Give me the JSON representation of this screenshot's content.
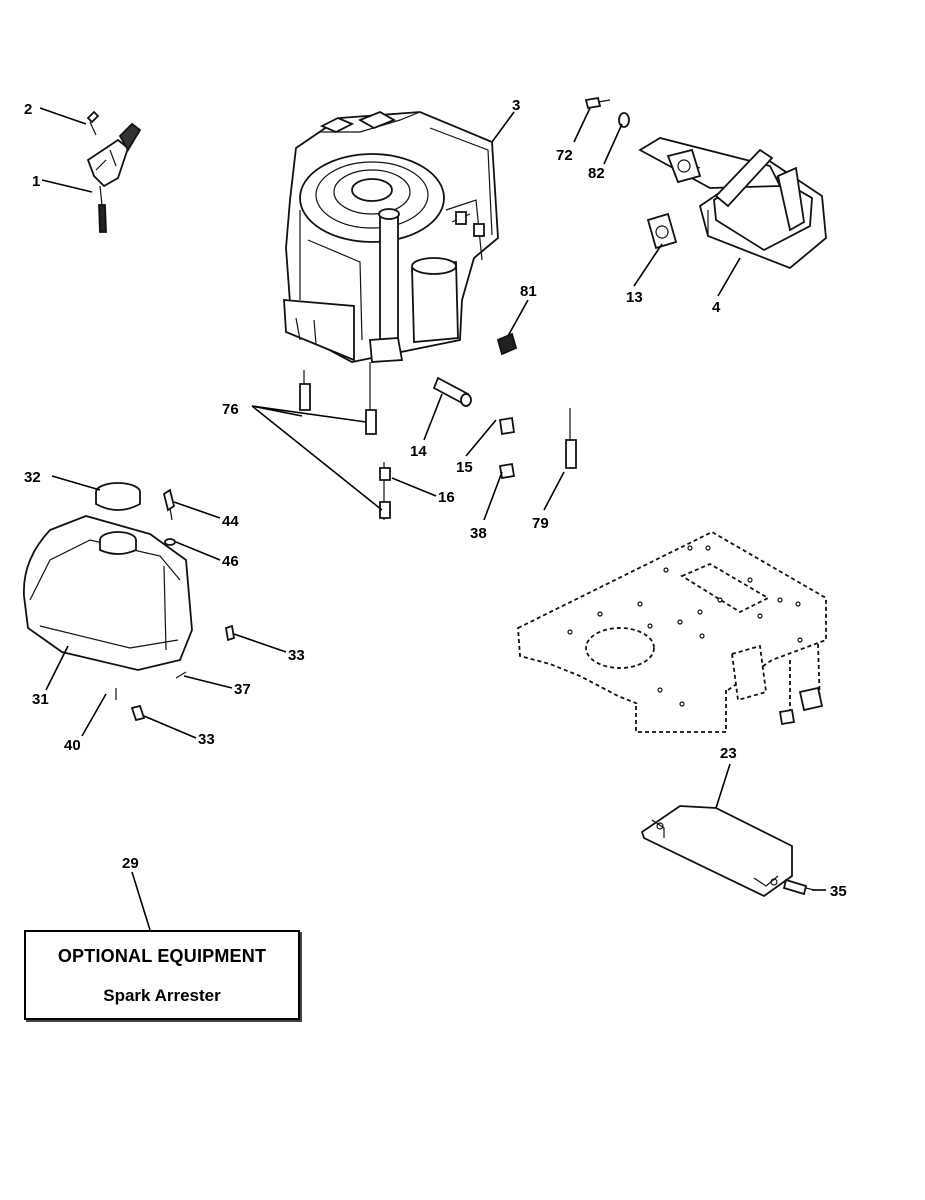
{
  "callouts": {
    "c1": "1",
    "c2": "2",
    "c3": "3",
    "c4": "4",
    "c13": "13",
    "c14": "14",
    "c15": "15",
    "c16": "16",
    "c23": "23",
    "c29": "29",
    "c31": "31",
    "c32": "32",
    "c33a": "33",
    "c33b": "33",
    "c35": "35",
    "c37": "37",
    "c38": "38",
    "c40": "40",
    "c44": "44",
    "c46": "46",
    "c72": "72",
    "c76": "76",
    "c79": "79",
    "c81": "81",
    "c82": "82"
  },
  "optional_box": {
    "title": "OPTIONAL EQUIPMENT",
    "subtitle": "Spark Arrester"
  }
}
